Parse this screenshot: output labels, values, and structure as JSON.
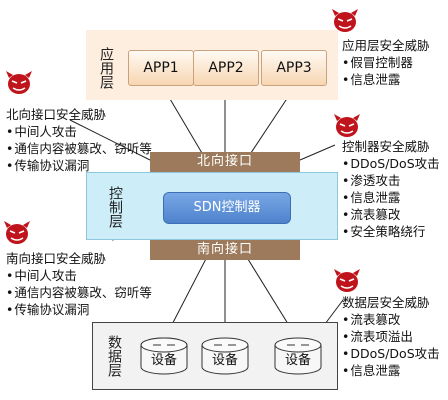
{
  "app_layer": {
    "label": "应用层",
    "apps": [
      "APP1",
      "APP2",
      "APP3"
    ]
  },
  "control_layer": {
    "label": "控制层",
    "controller": "SDN控制器",
    "northbound": "北向接口",
    "southbound": "南向接口"
  },
  "data_layer": {
    "label": "数据层",
    "devices": [
      "设备",
      "设备",
      "设备"
    ]
  },
  "threats": {
    "app": {
      "title": "应用层安全威胁",
      "items": [
        "假冒控制器",
        "信息泄露"
      ]
    },
    "northbound": {
      "title": "北向接口安全威胁",
      "items": [
        "中间人攻击",
        "通信内容被篡改、窃听等",
        "传输协议漏洞"
      ]
    },
    "controller": {
      "title": "控制器安全威胁",
      "items": [
        "DDoS/DoS攻击",
        "渗透攻击",
        "信息泄露",
        "流表篡改",
        "安全策略绕行"
      ]
    },
    "southbound": {
      "title": "南向接口安全威胁",
      "items": [
        "中间人攻击",
        "通信内容被篡改、窃听等",
        "传输协议漏洞"
      ]
    },
    "data": {
      "title": "数据层安全威胁",
      "items": [
        "流表篡改",
        "流表项溢出",
        "DDoS/DoS攻击",
        "信息泄露"
      ]
    }
  },
  "colors": {
    "app_bg": "#fdeee0",
    "control_bg": "#cdeef8",
    "controller_fill": "#5b8fd6",
    "interface": "#9c7a5b",
    "data_bg": "#f2f2f2",
    "devil": "#c0141c"
  }
}
